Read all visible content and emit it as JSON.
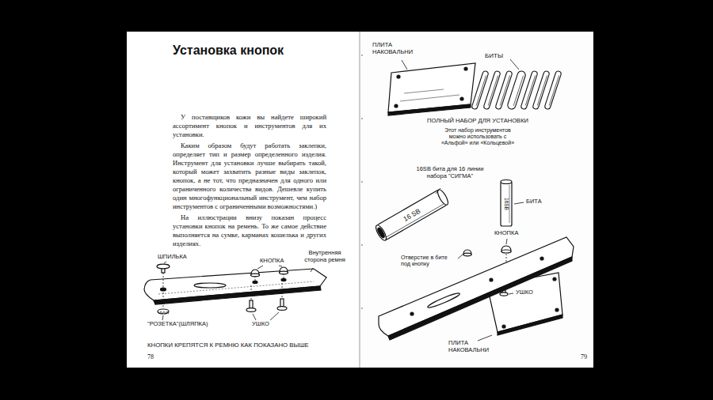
{
  "diagram": {
    "title": "Установка кнопок",
    "labels": [
      "У поставщиков кожи вы найдете широкий ассортимент кнопок и инструментов для их установки.",
      "Каким образом будут работать заклепки, определяет тип и размер определенного изделия. Инструмент для установки лучше выбирать такой, который может захватить разные виды заклепок, кнопок, а не тот, что предназначен для одного или ограниченного количества видов. Дешевле купить один многофункциональный инструмент, чем набор инструментов с ограниченными возможностями.)",
      "На иллюстрации внизу показан процесс установки кнопок на ремень. То же самое действие выполняется на сумке, карманах кошелька и других изделиях.",
      "ШПИЛЬКА",
      "КНОПКА",
      "Внутренняя сторона ремня",
      "\"РОЗЕТКА\"(ШЛЯПКА)",
      "УШКО",
      "КНОПКИ КРЕПЯТСЯ К РЕМНЮ КАК ПОКАЗАНО ВЫШЕ",
      "78",
      "ПЛИТА НАКОВАЛЬНИ",
      "БИТЫ",
      "ПОЛНЫЙ НАБОР ДЛЯ УСТАНОВКИ",
      "Этот набор инструментов можно использовать с «Альфой» или «Кольцевой»",
      "16SB бита для 16 линии набора \"СИГМА\"",
      "16 SB",
      "БИТА",
      "16SB",
      "КНОПКА",
      "Отверстие в бите под кнопку",
      "УШКО",
      "ПЛИТА НАКОВАЛЬНИ",
      "79"
    ]
  }
}
